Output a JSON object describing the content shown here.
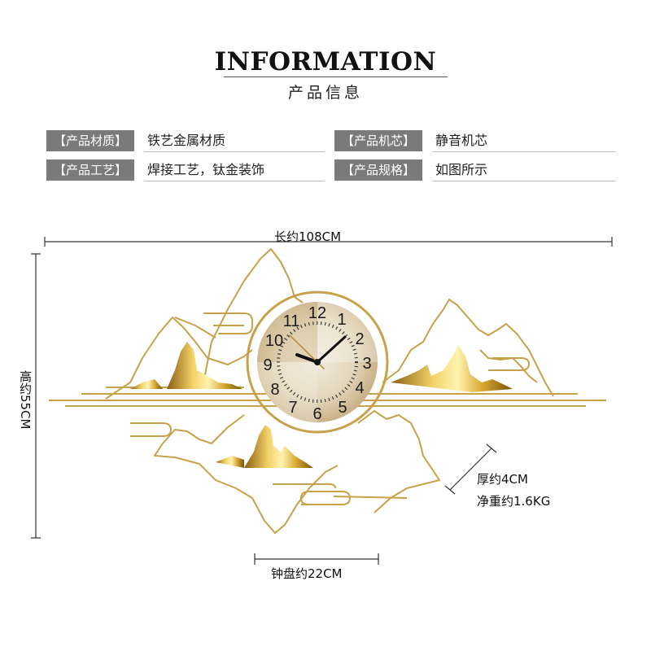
{
  "header": {
    "title": "INFORMATION",
    "subtitle": "产品信息"
  },
  "specs": [
    {
      "label": "【产品材质】",
      "value": "铁艺金属材质"
    },
    {
      "label": "【产品机芯】",
      "value": "静音机芯"
    },
    {
      "label": "【产品工艺】",
      "value": "焊接工艺，钛金装饰"
    },
    {
      "label": "【产品规格】",
      "value": "如图所示"
    }
  ],
  "dimensions": {
    "length": "长约108CM",
    "height": "高约55CM",
    "dial": "钟盘约22CM",
    "thickness": "厚约4CM",
    "net_weight": "净重约1.6KG"
  },
  "clock": {
    "numerals": [
      "12",
      "1",
      "2",
      "3",
      "4",
      "5",
      "6",
      "7",
      "8",
      "9",
      "10",
      "11"
    ]
  },
  "colors": {
    "gold": "#c8a24a",
    "gold_dark": "#b8892a",
    "label_bg": "#7a7a7a"
  }
}
